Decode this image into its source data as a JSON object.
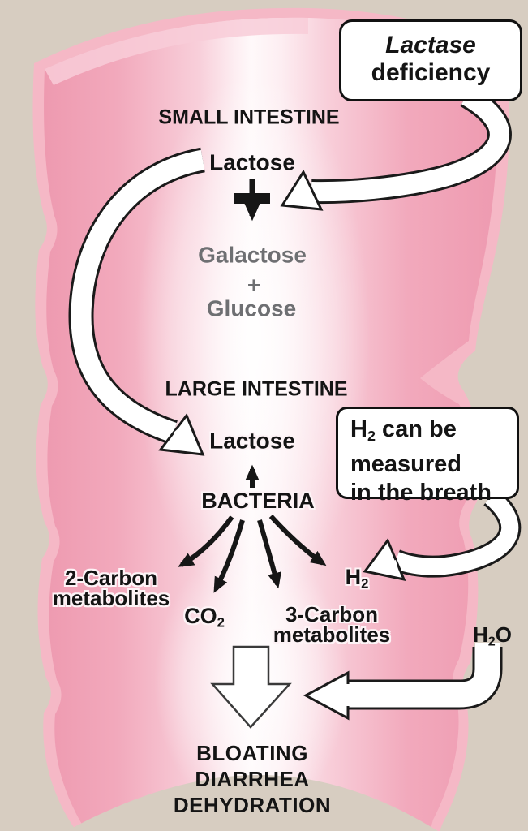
{
  "diagram": {
    "title": "Lactase deficiency pathway",
    "regions": {
      "small_intestine": "SMALL INTESTINE",
      "large_intestine": "LARGE INTESTINE"
    },
    "nodes": {
      "lactose_si": "Lactose",
      "galactose": "Galactose",
      "plus": "+",
      "glucose": "Glucose",
      "lactose_li": "Lactose",
      "bacteria": "BACTERIA",
      "two_carbon": {
        "line1": "2-Carbon",
        "line2": "metabolites"
      },
      "co2": {
        "pre": "CO",
        "sub": "2"
      },
      "three_carbon": {
        "line1": "3-Carbon",
        "line2": "metabolites"
      },
      "h2": {
        "pre": "H",
        "sub": "2"
      },
      "h2o": {
        "pre": "H",
        "sub": "2",
        "post": "O"
      }
    },
    "callouts": {
      "lactase": {
        "line1": "Lactase",
        "line2": "deficiency"
      },
      "breath": {
        "line1_pre": "H",
        "line1_sub": "2",
        "line1_post": " can be",
        "line2": "measured",
        "line3": "in the breath"
      }
    },
    "outcomes": [
      "BLOATING",
      "DIARRHEA",
      "DEHYDRATION"
    ],
    "colors": {
      "background": "#d7cdc1",
      "intestine_edge": "#ee9ab0",
      "intestine_rim": "#f5b8c6",
      "intestine_center": "#fff9fa",
      "text_black": "#141414",
      "text_gray": "#6e6f72",
      "callout_bg": "#ffffff",
      "callout_border": "#111111"
    }
  }
}
